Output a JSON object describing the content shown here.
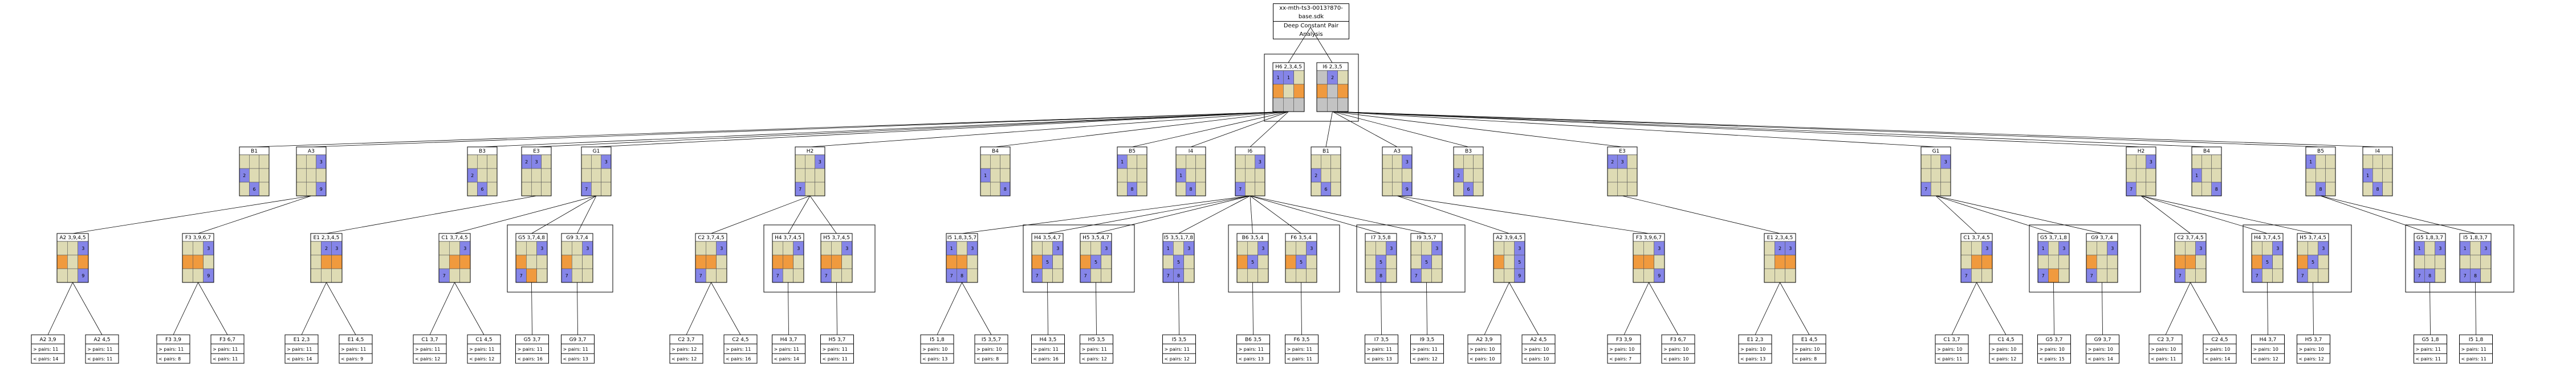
{
  "root": {
    "title": "xx-mth-ts3-0013?870-base.sdk",
    "subtitle": "Deep Constant Pair Analysis"
  },
  "colors": {
    "blue": "#8585e8",
    "orange": "#f09a3e",
    "grey": "#c3c3c3",
    "khaki": "#dedbb4",
    "line": "#000000"
  },
  "top_pair": {
    "nodes": [
      {
        "id": "top1",
        "label": "H6  2,3,4,5",
        "grid": [
          "b1",
          "b1",
          "k",
          "o",
          "k",
          "o",
          "g",
          "g",
          "g"
        ]
      },
      {
        "id": "top2",
        "label": "I6  2,3,5",
        "grid": [
          "g",
          "b2",
          "k",
          "o",
          "g",
          "o",
          "g",
          "g",
          "g"
        ]
      }
    ]
  },
  "level1": [
    {
      "id": "B1",
      "label": "B1",
      "grid": [
        "k",
        "k",
        "k",
        "b2",
        "k",
        "k",
        "k",
        "b6",
        "k"
      ]
    },
    {
      "id": "A3",
      "label": "A3",
      "grid": [
        "k",
        "k",
        "b3",
        "k",
        "k",
        "k",
        "k",
        "k",
        "b9"
      ]
    },
    {
      "id": "B3",
      "label": "B3",
      "grid": [
        "k",
        "k",
        "k",
        "b2",
        "k",
        "k",
        "k",
        "b6",
        "k"
      ]
    },
    {
      "id": "E3",
      "label": "E3",
      "grid": [
        "b2",
        "b3",
        "k",
        "k",
        "k",
        "k",
        "k",
        "k",
        "k"
      ]
    },
    {
      "id": "G1",
      "label": "G1",
      "grid": [
        "k",
        "k",
        "b3",
        "k",
        "k",
        "k",
        "b7",
        "k",
        "k"
      ]
    },
    {
      "id": "H2",
      "label": "H2",
      "grid": [
        "k",
        "k",
        "b3",
        "k",
        "k",
        "k",
        "b7",
        "k",
        "k"
      ]
    },
    {
      "id": "B4",
      "label": "B4",
      "grid": [
        "k",
        "k",
        "k",
        "b1",
        "k",
        "k",
        "k",
        "k",
        "b8"
      ]
    },
    {
      "id": "B5",
      "label": "B5",
      "grid": [
        "b1",
        "k",
        "k",
        "k",
        "k",
        "k",
        "k",
        "b8",
        "k"
      ]
    },
    {
      "id": "I4",
      "label": "I4",
      "grid": [
        "k",
        "k",
        "k",
        "b1",
        "k",
        "k",
        "k",
        "b8",
        "k"
      ]
    },
    {
      "id": "I6",
      "label": "I6",
      "grid": [
        "k",
        "k",
        "b3",
        "k",
        "k",
        "k",
        "b7",
        "k",
        "k"
      ]
    },
    {
      "id": "B1b",
      "label": "B1",
      "grid": [
        "k",
        "k",
        "k",
        "b2",
        "k",
        "k",
        "k",
        "b6",
        "k"
      ]
    },
    {
      "id": "A3b",
      "label": "A3",
      "grid": [
        "k",
        "k",
        "b3",
        "k",
        "k",
        "k",
        "k",
        "k",
        "b9"
      ]
    },
    {
      "id": "B3b",
      "label": "B3",
      "grid": [
        "k",
        "k",
        "k",
        "b2",
        "k",
        "k",
        "k",
        "b6",
        "k"
      ]
    },
    {
      "id": "E3b",
      "label": "E3",
      "grid": [
        "b2",
        "b3",
        "k",
        "k",
        "k",
        "k",
        "k",
        "k",
        "k"
      ]
    },
    {
      "id": "G1b",
      "label": "G1",
      "grid": [
        "k",
        "k",
        "b3",
        "k",
        "k",
        "k",
        "b7",
        "k",
        "k"
      ]
    },
    {
      "id": "H2b",
      "label": "H2",
      "grid": [
        "k",
        "k",
        "b3",
        "k",
        "k",
        "k",
        "b7",
        "k",
        "k"
      ]
    },
    {
      "id": "B4b",
      "label": "B4",
      "grid": [
        "k",
        "k",
        "k",
        "b1",
        "k",
        "k",
        "k",
        "k",
        "b8"
      ]
    },
    {
      "id": "B5b",
      "label": "B5",
      "grid": [
        "b1",
        "k",
        "k",
        "k",
        "k",
        "k",
        "k",
        "b8",
        "k"
      ]
    },
    {
      "id": "I4b",
      "label": "I4",
      "grid": [
        "k",
        "k",
        "k",
        "b1",
        "k",
        "k",
        "k",
        "b8",
        "k"
      ]
    }
  ],
  "level2": [
    {
      "id": "A2",
      "label": "A2  3,9,4,5",
      "grid": [
        "k",
        "k",
        "b3",
        "o",
        "k",
        "o",
        "k",
        "k",
        "b9"
      ]
    },
    {
      "id": "F3",
      "label": "F3  3,9,6,7",
      "grid": [
        "k",
        "k",
        "b3",
        "o",
        "o",
        "k",
        "k",
        "k",
        "b9"
      ]
    },
    {
      "id": "E1",
      "label": "E1  2,3,4,5",
      "grid": [
        "k",
        "b2",
        "b3",
        "k",
        "o",
        "o",
        "k",
        "k",
        "k"
      ]
    },
    {
      "id": "C1",
      "label": "C1  3,7,4,5",
      "grid": [
        "k",
        "k",
        "b3",
        "k",
        "o",
        "o",
        "b7",
        "k",
        "k"
      ]
    },
    {
      "id": "G5",
      "label": "G5  3,7,4,8",
      "grid": [
        "k",
        "k",
        "b3",
        "o",
        "k",
        "k",
        "b7",
        "o",
        "k"
      ]
    },
    {
      "id": "G9",
      "label": "G9  3,7,4",
      "grid": [
        "k",
        "k",
        "b3",
        "o",
        "k",
        "k",
        "b7",
        "k",
        "k"
      ]
    },
    {
      "id": "C2",
      "label": "C2  3,7,4,5",
      "grid": [
        "k",
        "k",
        "b3",
        "o",
        "o",
        "k",
        "b7",
        "k",
        "k"
      ]
    },
    {
      "id": "H4",
      "label": "H4  3,7,4,5",
      "grid": [
        "k",
        "k",
        "b3",
        "o",
        "o",
        "k",
        "b7",
        "k",
        "k"
      ]
    },
    {
      "id": "H5",
      "label": "H5  3,7,4,5",
      "grid": [
        "k",
        "k",
        "b3",
        "o",
        "o",
        "k",
        "b7",
        "k",
        "k"
      ]
    },
    {
      "id": "I5a",
      "label": "I5  1,8,3,5,7",
      "grid": [
        "b1",
        "k",
        "b3",
        "o",
        "o",
        "k",
        "b7",
        "b8",
        "k"
      ]
    },
    {
      "id": "H4b",
      "label": "H4  3,5,4,7",
      "grid": [
        "k",
        "k",
        "b3",
        "o",
        "b5",
        "k",
        "b7",
        "k",
        "k"
      ]
    },
    {
      "id": "H5b",
      "label": "H5  3,5,4,7",
      "grid": [
        "k",
        "k",
        "b3",
        "o",
        "b5",
        "k",
        "b7",
        "k",
        "k"
      ]
    },
    {
      "id": "I5b",
      "label": "I5  3,5,1,7,8",
      "grid": [
        "b1",
        "k",
        "b3",
        "k",
        "b5",
        "k",
        "b7",
        "b8",
        "k"
      ]
    },
    {
      "id": "B6",
      "label": "B6  3,5,4",
      "grid": [
        "k",
        "k",
        "b3",
        "o",
        "b5",
        "k",
        "k",
        "k",
        "k"
      ]
    },
    {
      "id": "F6",
      "label": "F6  3,5,4",
      "grid": [
        "k",
        "k",
        "b3",
        "o",
        "b5",
        "k",
        "k",
        "k",
        "k"
      ]
    },
    {
      "id": "I7",
      "label": "I7  3,5,8",
      "grid": [
        "k",
        "k",
        "b3",
        "k",
        "b5",
        "k",
        "k",
        "b8",
        "k"
      ]
    },
    {
      "id": "I9",
      "label": "I9  3,5,7",
      "grid": [
        "k",
        "k",
        "b3",
        "k",
        "b5",
        "k",
        "b7",
        "k",
        "k"
      ]
    },
    {
      "id": "A2b",
      "label": "A2  3,9,4,5",
      "grid": [
        "k",
        "k",
        "b3",
        "o",
        "k",
        "b5",
        "k",
        "k",
        "b9"
      ]
    },
    {
      "id": "F3b",
      "label": "F3  3,9,6,7",
      "grid": [
        "k",
        "k",
        "b3",
        "o",
        "o",
        "k",
        "k",
        "k",
        "b9"
      ]
    },
    {
      "id": "E1b",
      "label": "E1  2,3,4,5",
      "grid": [
        "k",
        "b2",
        "b3",
        "k",
        "o",
        "o",
        "k",
        "k",
        "k"
      ]
    },
    {
      "id": "C1b",
      "label": "C1  3,7,4,5",
      "grid": [
        "k",
        "k",
        "b3",
        "k",
        "o",
        "o",
        "b7",
        "k",
        "k"
      ]
    },
    {
      "id": "G5b",
      "label": "G5  3,7,1,8",
      "grid": [
        "b1",
        "k",
        "b3",
        "k",
        "k",
        "k",
        "b7",
        "o",
        "k"
      ]
    },
    {
      "id": "G9b",
      "label": "G9  3,7,4",
      "grid": [
        "k",
        "k",
        "b3",
        "o",
        "k",
        "k",
        "b7",
        "k",
        "k"
      ]
    },
    {
      "id": "C2b",
      "label": "C2  3,7,4,5",
      "grid": [
        "k",
        "k",
        "b3",
        "o",
        "o",
        "k",
        "b7",
        "k",
        "k"
      ]
    },
    {
      "id": "H4c",
      "label": "H4  3,7,4,5",
      "grid": [
        "k",
        "k",
        "b3",
        "o",
        "b5",
        "k",
        "b7",
        "k",
        "k"
      ]
    },
    {
      "id": "H5c",
      "label": "H5  3,7,4,5",
      "grid": [
        "k",
        "k",
        "b3",
        "o",
        "b5",
        "k",
        "b7",
        "k",
        "k"
      ]
    },
    {
      "id": "G5c",
      "label": "G5  1,8,3,7",
      "grid": [
        "b1",
        "k",
        "b3",
        "k",
        "k",
        "k",
        "b7",
        "b8",
        "k"
      ]
    },
    {
      "id": "I5c",
      "label": "I5  1,8,3,7",
      "grid": [
        "b1",
        "k",
        "b3",
        "k",
        "k",
        "k",
        "b7",
        "b8",
        "k"
      ]
    }
  ],
  "leaves": [
    {
      "label": "A2  3,9",
      "p1": "> pairs:  11",
      "p2": "< pairs:  14"
    },
    {
      "label": "A2  4,5",
      "p1": "> pairs:  11",
      "p2": "< pairs:  11"
    },
    {
      "label": "F3  3,9",
      "p1": "> pairs:  11",
      "p2": "< pairs:  8"
    },
    {
      "label": "F3  6,7",
      "p1": "> pairs:  11",
      "p2": "< pairs:  11"
    },
    {
      "label": "E1  2,3",
      "p1": "> pairs:  11",
      "p2": "< pairs:  14"
    },
    {
      "label": "E1  4,5",
      "p1": "> pairs:  11",
      "p2": "< pairs:  9"
    },
    {
      "label": "C1  3,7",
      "p1": "> pairs:  11",
      "p2": "< pairs:  12"
    },
    {
      "label": "C1  4,5",
      "p1": "> pairs:  11",
      "p2": "< pairs:  12"
    },
    {
      "label": "G5  3,7",
      "p1": "> pairs:  11",
      "p2": "< pairs:  16"
    },
    {
      "label": "G9  3,7",
      "p1": "> pairs:  11",
      "p2": "< pairs:  13"
    },
    {
      "label": "C2  3,7",
      "p1": "> pairs:  12",
      "p2": "< pairs:  12"
    },
    {
      "label": "C2  4,5",
      "p1": "> pairs:  11",
      "p2": "< pairs:  16"
    },
    {
      "label": "H4  3,7",
      "p1": "> pairs:  11",
      "p2": "< pairs:  14"
    },
    {
      "label": "H5  3,7",
      "p1": "> pairs:  11",
      "p2": "< pairs:  11"
    },
    {
      "label": "I5  1,8",
      "p1": "> pairs:  10",
      "p2": "< pairs:  13"
    },
    {
      "label": "I5  3,5,7",
      "p1": "> pairs:  10",
      "p2": "< pairs:  8"
    },
    {
      "label": "H4  3,5",
      "p1": "> pairs:  11",
      "p2": "< pairs:  16"
    },
    {
      "label": "H5  3,5",
      "p1": "> pairs:  11",
      "p2": "< pairs:  12"
    },
    {
      "label": "I5  3,5",
      "p1": "> pairs:  11",
      "p2": "< pairs:  12"
    },
    {
      "label": "B6  3,5",
      "p1": "> pairs:  11",
      "p2": "< pairs:  13"
    },
    {
      "label": "F6  3,5",
      "p1": "> pairs:  11",
      "p2": "< pairs:  11"
    },
    {
      "label": "I7  3,5",
      "p1": "> pairs:  11",
      "p2": "< pairs:  13"
    },
    {
      "label": "I9  3,5",
      "p1": "> pairs:  11",
      "p2": "< pairs:  12"
    },
    {
      "label": "A2  3,9",
      "p1": "> pairs:  10",
      "p2": "< pairs:  10"
    },
    {
      "label": "A2  4,5",
      "p1": "> pairs:  10",
      "p2": "< pairs:  10"
    },
    {
      "label": "F3  3,9",
      "p1": "> pairs:  10",
      "p2": "< pairs:  7"
    },
    {
      "label": "F3  6,7",
      "p1": "> pairs:  10",
      "p2": "< pairs:  10"
    },
    {
      "label": "E1  2,3",
      "p1": "> pairs:  10",
      "p2": "< pairs:  13"
    },
    {
      "label": "E1  4,5",
      "p1": "> pairs:  10",
      "p2": "< pairs:  8"
    },
    {
      "label": "C1  3,7",
      "p1": "> pairs:  10",
      "p2": "< pairs:  11"
    },
    {
      "label": "C1  4,5",
      "p1": "> pairs:  10",
      "p2": "< pairs:  12"
    },
    {
      "label": "G5  3,7",
      "p1": "> pairs:  10",
      "p2": "< pairs:  15"
    },
    {
      "label": "G9  3,7",
      "p1": "> pairs:  10",
      "p2": "< pairs:  14"
    },
    {
      "label": "C2  3,7",
      "p1": "> pairs:  10",
      "p2": "< pairs:  11"
    },
    {
      "label": "C2  4,5",
      "p1": "> pairs:  10",
      "p2": "< pairs:  14"
    },
    {
      "label": "H4  3,7",
      "p1": "> pairs:  10",
      "p2": "< pairs:  12"
    },
    {
      "label": "H5  3,7",
      "p1": "> pairs:  10",
      "p2": "< pairs:  12"
    },
    {
      "label": "G5  1,8",
      "p1": "> pairs:  11",
      "p2": "< pairs:  11"
    },
    {
      "label": "I5  1,8",
      "p1": "> pairs:  11",
      "p2": "< pairs:  11"
    }
  ]
}
